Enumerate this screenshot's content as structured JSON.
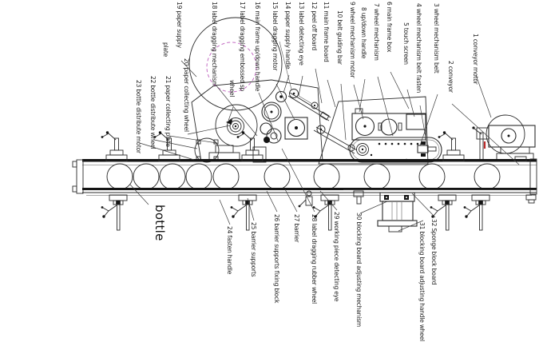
{
  "figure": "labeling machine parts diagram",
  "colors": {
    "magenta": "#c36cc3",
    "red": "#bb2b2b",
    "line": "#2b2b2b",
    "background": "#ffffff"
  },
  "labels": {
    "l1": "1 conveyor motor",
    "l2": "2 conveyor",
    "l3": "3 wheel mechanism belt",
    "l4": "4 wheel mechanism belt fasten",
    "l5": "5 touch screen",
    "l6": "6 main frame box",
    "l7": "7 wheel mechanism",
    "l8": "8 up/down handle",
    "l9": "9 wheel mechanism motor",
    "l10": "10 belt guiding bar",
    "l11": "11 main frame board",
    "l12": "12 peel off board",
    "l13": "13 label detecting eye",
    "l14": "14 paper supply handle",
    "l15": "15 label dragging motor",
    "l16": "16 main frame up/down handle",
    "l17": "17 label dragging embossed sp",
    "l17b": "wheel",
    "l18": "18 label dragging mechanism",
    "l19": "19 paper supply",
    "l19b": "plate",
    "l20": "20 paper collecting wheel",
    "l21": "21 paper collecting plate",
    "l22": "22 bottle distribute wheel",
    "l23": "23 bottle distribute motor",
    "bottle": "bottle",
    "l24": "24 fasten handle",
    "l25": "25 barrier supports",
    "l26": "26 barrier supports fixing block",
    "l27": "27 barrier",
    "l28": "28 label dragging rubber wheel",
    "l29": "29 working piece detecting eye",
    "l30": "30 blocking board adjusting mechanism",
    "l31": "31 blocking board adjusting handle wheel",
    "l32": "32 Sponge block board"
  }
}
